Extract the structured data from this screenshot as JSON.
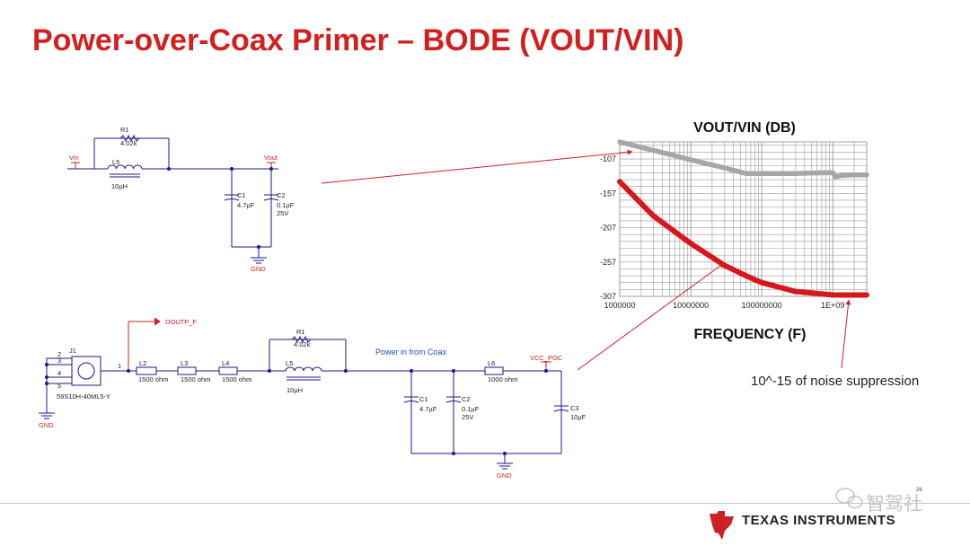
{
  "page": {
    "title": "Power-over-Coax Primer – BODE (VOUT/VIN)",
    "page_number": "26"
  },
  "circuit_top": {
    "vin": "Vin",
    "vout": "Vout",
    "r1_ref": "R1",
    "r1_val": "4.02k",
    "l5_ref": "L5",
    "l5_val": "10µH",
    "c1_ref": "C1",
    "c1_val": "4.7µF",
    "c2_ref": "C2",
    "c2_val": "0.1µF",
    "c2_volt": "25V",
    "gnd": "GND"
  },
  "circuit_bottom": {
    "doutp": "DOUTP_F",
    "j1_ref": "J1",
    "j1_part": "59S10H-40ML5-Y",
    "pins": [
      "2",
      "3",
      "4",
      "5"
    ],
    "pin1": "1",
    "l2_ref": "L2",
    "l2_val": "1500 ohm",
    "l3_ref": "L3",
    "l3_val": "1500 ohm",
    "l4_ref": "L4",
    "l4_val": "1500 ohm",
    "r1_ref": "R1",
    "r1_val": "4.02k",
    "l5_ref": "L5",
    "l5_val": "10µH",
    "power_label": "Power in from Coax",
    "c1_ref": "C1",
    "c1_val": "4.7µF",
    "c2_ref": "C2",
    "c2_val": "0.1µF",
    "c2_volt": "25V",
    "l6_ref": "L6",
    "l6_val": "1000 ohm",
    "vcc": "VCC_POC",
    "c3_ref": "C3",
    "c3_val": "10µF",
    "gnd": "GND",
    "gnd_left": "GND"
  },
  "annotations": {
    "noise": "10^-15 of noise suppression"
  },
  "footer": {
    "watermark": "智驾社",
    "ti_logo": "Texas Instruments"
  },
  "colors": {
    "title_red": "#d41f1f",
    "wire": "#1a1a8c",
    "label_red": "#cc2222",
    "curve_gray": "#a6a6a6",
    "curve_red": "#d8171c",
    "grid": "#9a9a9a"
  },
  "chart_data": {
    "type": "line",
    "title": "VOUT/VIN (DB)",
    "xlabel": "FREQUENCY (F)",
    "ylabel": "",
    "xscale": "log",
    "xlim": [
      1000000,
      3000000000
    ],
    "ylim": [
      -307,
      -82
    ],
    "x_ticks": [
      1000000,
      10000000,
      100000000,
      1000000000
    ],
    "x_tick_labels": [
      "1000000",
      "10000000",
      "100000000",
      "1E+09"
    ],
    "y_ticks": [
      -107,
      -157,
      -207,
      -257,
      -307
    ],
    "y_tick_labels": [
      "-107",
      "-157",
      "-207",
      "-257",
      "-307"
    ],
    "grid": true,
    "series": [
      {
        "color": "#a6a6a6",
        "x": [
          1000000,
          2000000,
          5000000,
          10000000,
          30000000,
          60000000,
          100000000,
          300000000,
          700000000,
          1000000000,
          1100000000,
          1300000000,
          2000000000,
          3000000000
        ],
        "y": [
          -82,
          -90,
          -100,
          -108,
          -120,
          -128,
          -128,
          -128,
          -127,
          -127,
          -133,
          -131,
          -130,
          -130
        ]
      },
      {
        "color": "#d8171c",
        "x": [
          1000000,
          3000000,
          10000000,
          30000000,
          60000000,
          100000000,
          300000000,
          1000000000,
          3000000000
        ],
        "y": [
          -140,
          -190,
          -230,
          -262,
          -277,
          -287,
          -300,
          -305,
          -305
        ]
      }
    ]
  }
}
